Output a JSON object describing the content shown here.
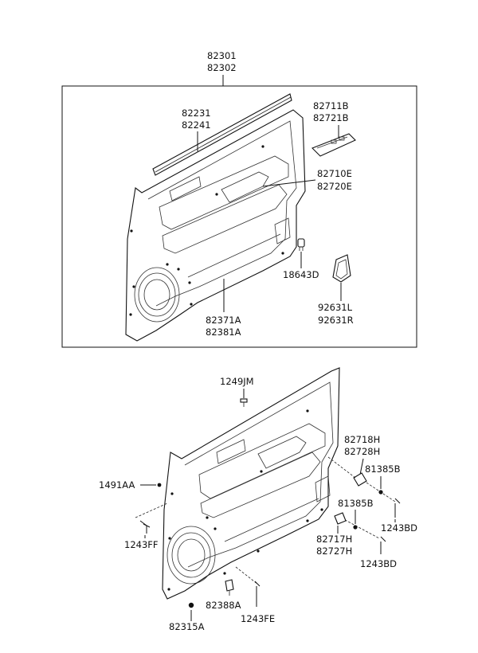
{
  "upper_group": {
    "assembly_part": [
      "82301",
      "82302"
    ],
    "weatherstrip": [
      "82231",
      "82241"
    ],
    "switch_bezel": [
      "82711B",
      "82721B"
    ],
    "handle_trim": [
      "82710E",
      "82720E"
    ],
    "bulb": "18643D",
    "cover": [
      "92631L",
      "92631R"
    ],
    "panel_board": [
      "82371A",
      "82381A"
    ]
  },
  "lower_group": {
    "screw_top": "1249JM",
    "handle_bracket": [
      "82718H",
      "82728H"
    ],
    "clip_upper": "81385B",
    "clip_lower": "81385B",
    "bolt_upper": "1243BD",
    "bolt_lower": "1243BD",
    "lower_bracket": [
      "82717H",
      "82727H"
    ],
    "fastener_left": "1491AA",
    "bolt_left": "1243FF",
    "clip_bottom": "82388A",
    "bolt_bottom": "1243FE",
    "retainer": "82315A"
  }
}
